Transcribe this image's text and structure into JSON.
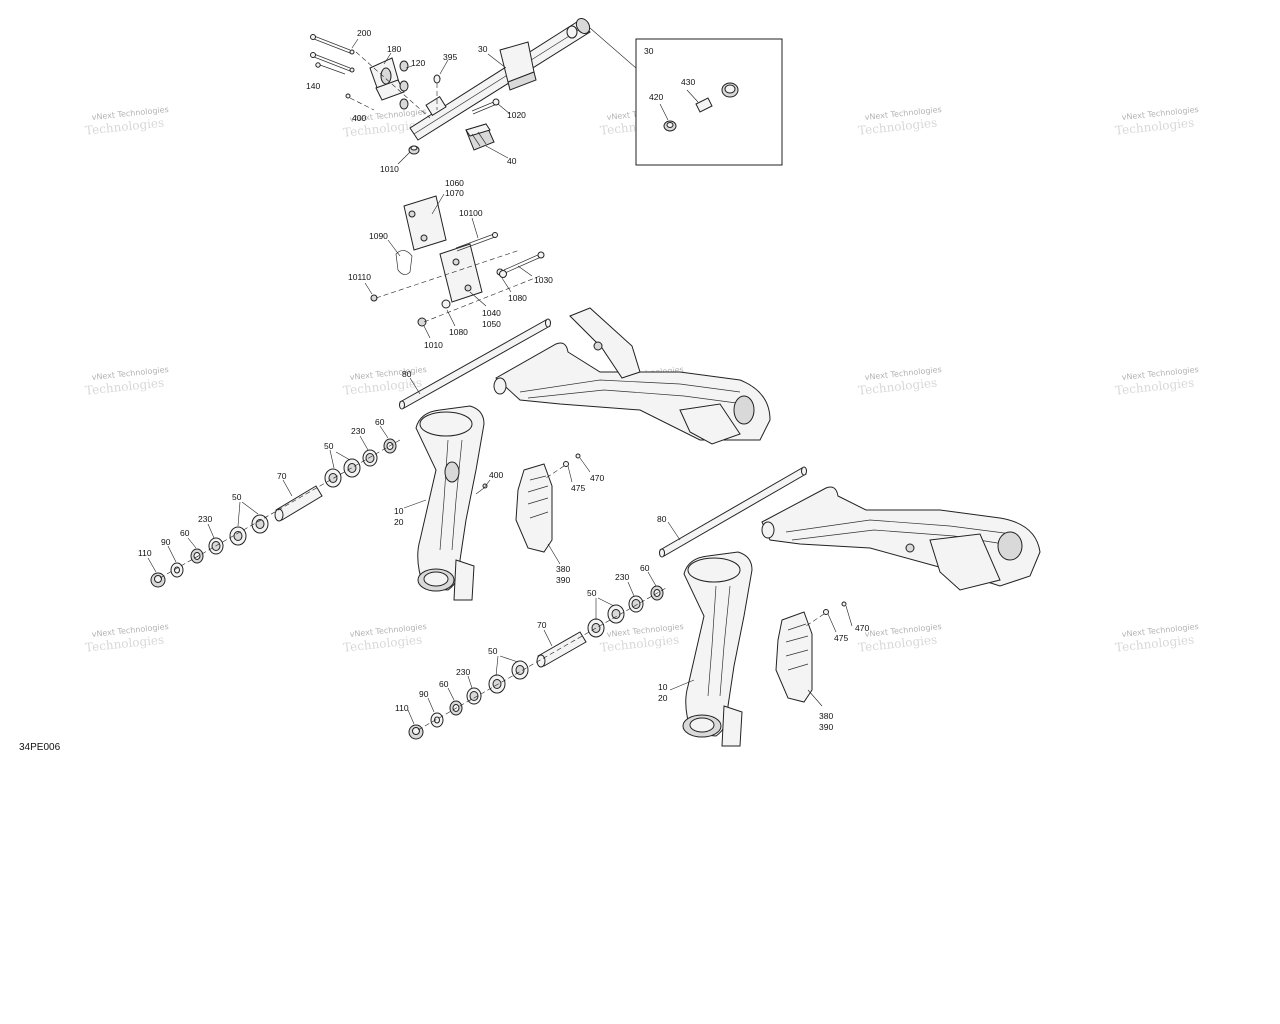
{
  "diagram_code": "34PE006",
  "watermark": {
    "line1": "vNext Technologies",
    "line2": "Technologies"
  },
  "callouts": {
    "c200": "200",
    "c180": "180",
    "c120": "120",
    "c140": "140",
    "c395": "395",
    "c30_top": "30",
    "c1020": "1020",
    "c40": "40",
    "c400_top": "400",
    "c1010_top": "1010",
    "inset_30": "30",
    "c430": "430",
    "c420": "420",
    "c1060": "1060",
    "c1070": "1070",
    "c10100": "10100",
    "c1090": "1090",
    "c10110": "10110",
    "c1030": "1030",
    "c1080_r": "1080",
    "c1040": "1040",
    "c1050": "1050",
    "c1080_l": "1080",
    "c1010_mid": "1010",
    "l80": "80",
    "l230a": "230",
    "l60a": "60",
    "l50a": "50",
    "l70": "70",
    "l50b": "50",
    "l230b": "230",
    "l60b": "60",
    "l90": "90",
    "l110": "110",
    "l10": "10",
    "l20": "20",
    "l400": "400",
    "l475": "475",
    "l470": "470",
    "l380": "380",
    "l390": "390",
    "r80": "80",
    "r230a": "230",
    "r60a": "60",
    "r50a": "50",
    "r70": "70",
    "r50b": "50",
    "r230b": "230",
    "r60b": "60",
    "r90": "90",
    "r110": "110",
    "r10": "10",
    "r20": "20",
    "r470": "470",
    "r475": "475",
    "r380": "380",
    "r390": "390"
  }
}
